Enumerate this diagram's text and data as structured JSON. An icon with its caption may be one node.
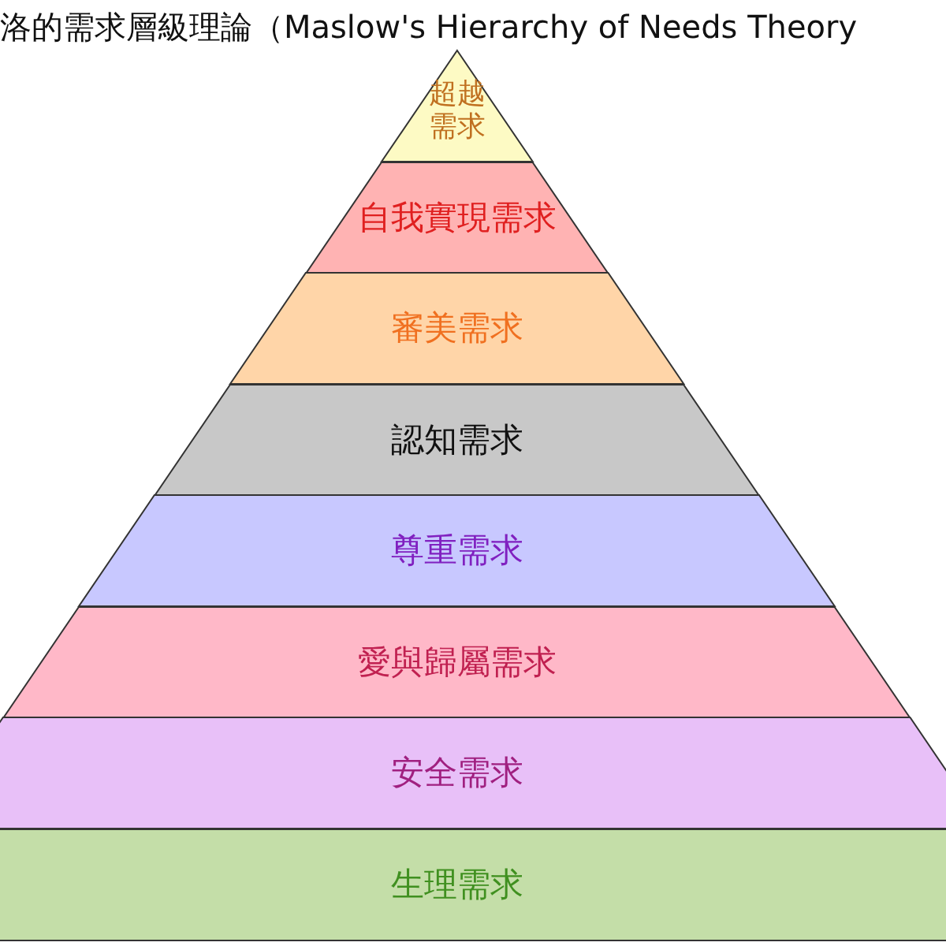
{
  "diagram": {
    "title": "洛的需求層級理論（Maslow's Hierarchy of Needs Theory",
    "nodes": [
      {
        "text": [
          "超越需求"
        ]
      },
      {
        "text": [
          "自我實現需求"
        ]
      },
      {
        "text": [
          "審美需求"
        ]
      },
      {
        "text": [
          "認知需求"
        ]
      },
      {
        "text": [
          "尊重需求"
        ]
      },
      {
        "text": [
          "愛與歸屬需求"
        ]
      },
      {
        "text": [
          "安全需求"
        ]
      },
      {
        "text": [
          "生理需求"
        ]
      }
    ]
  }
}
